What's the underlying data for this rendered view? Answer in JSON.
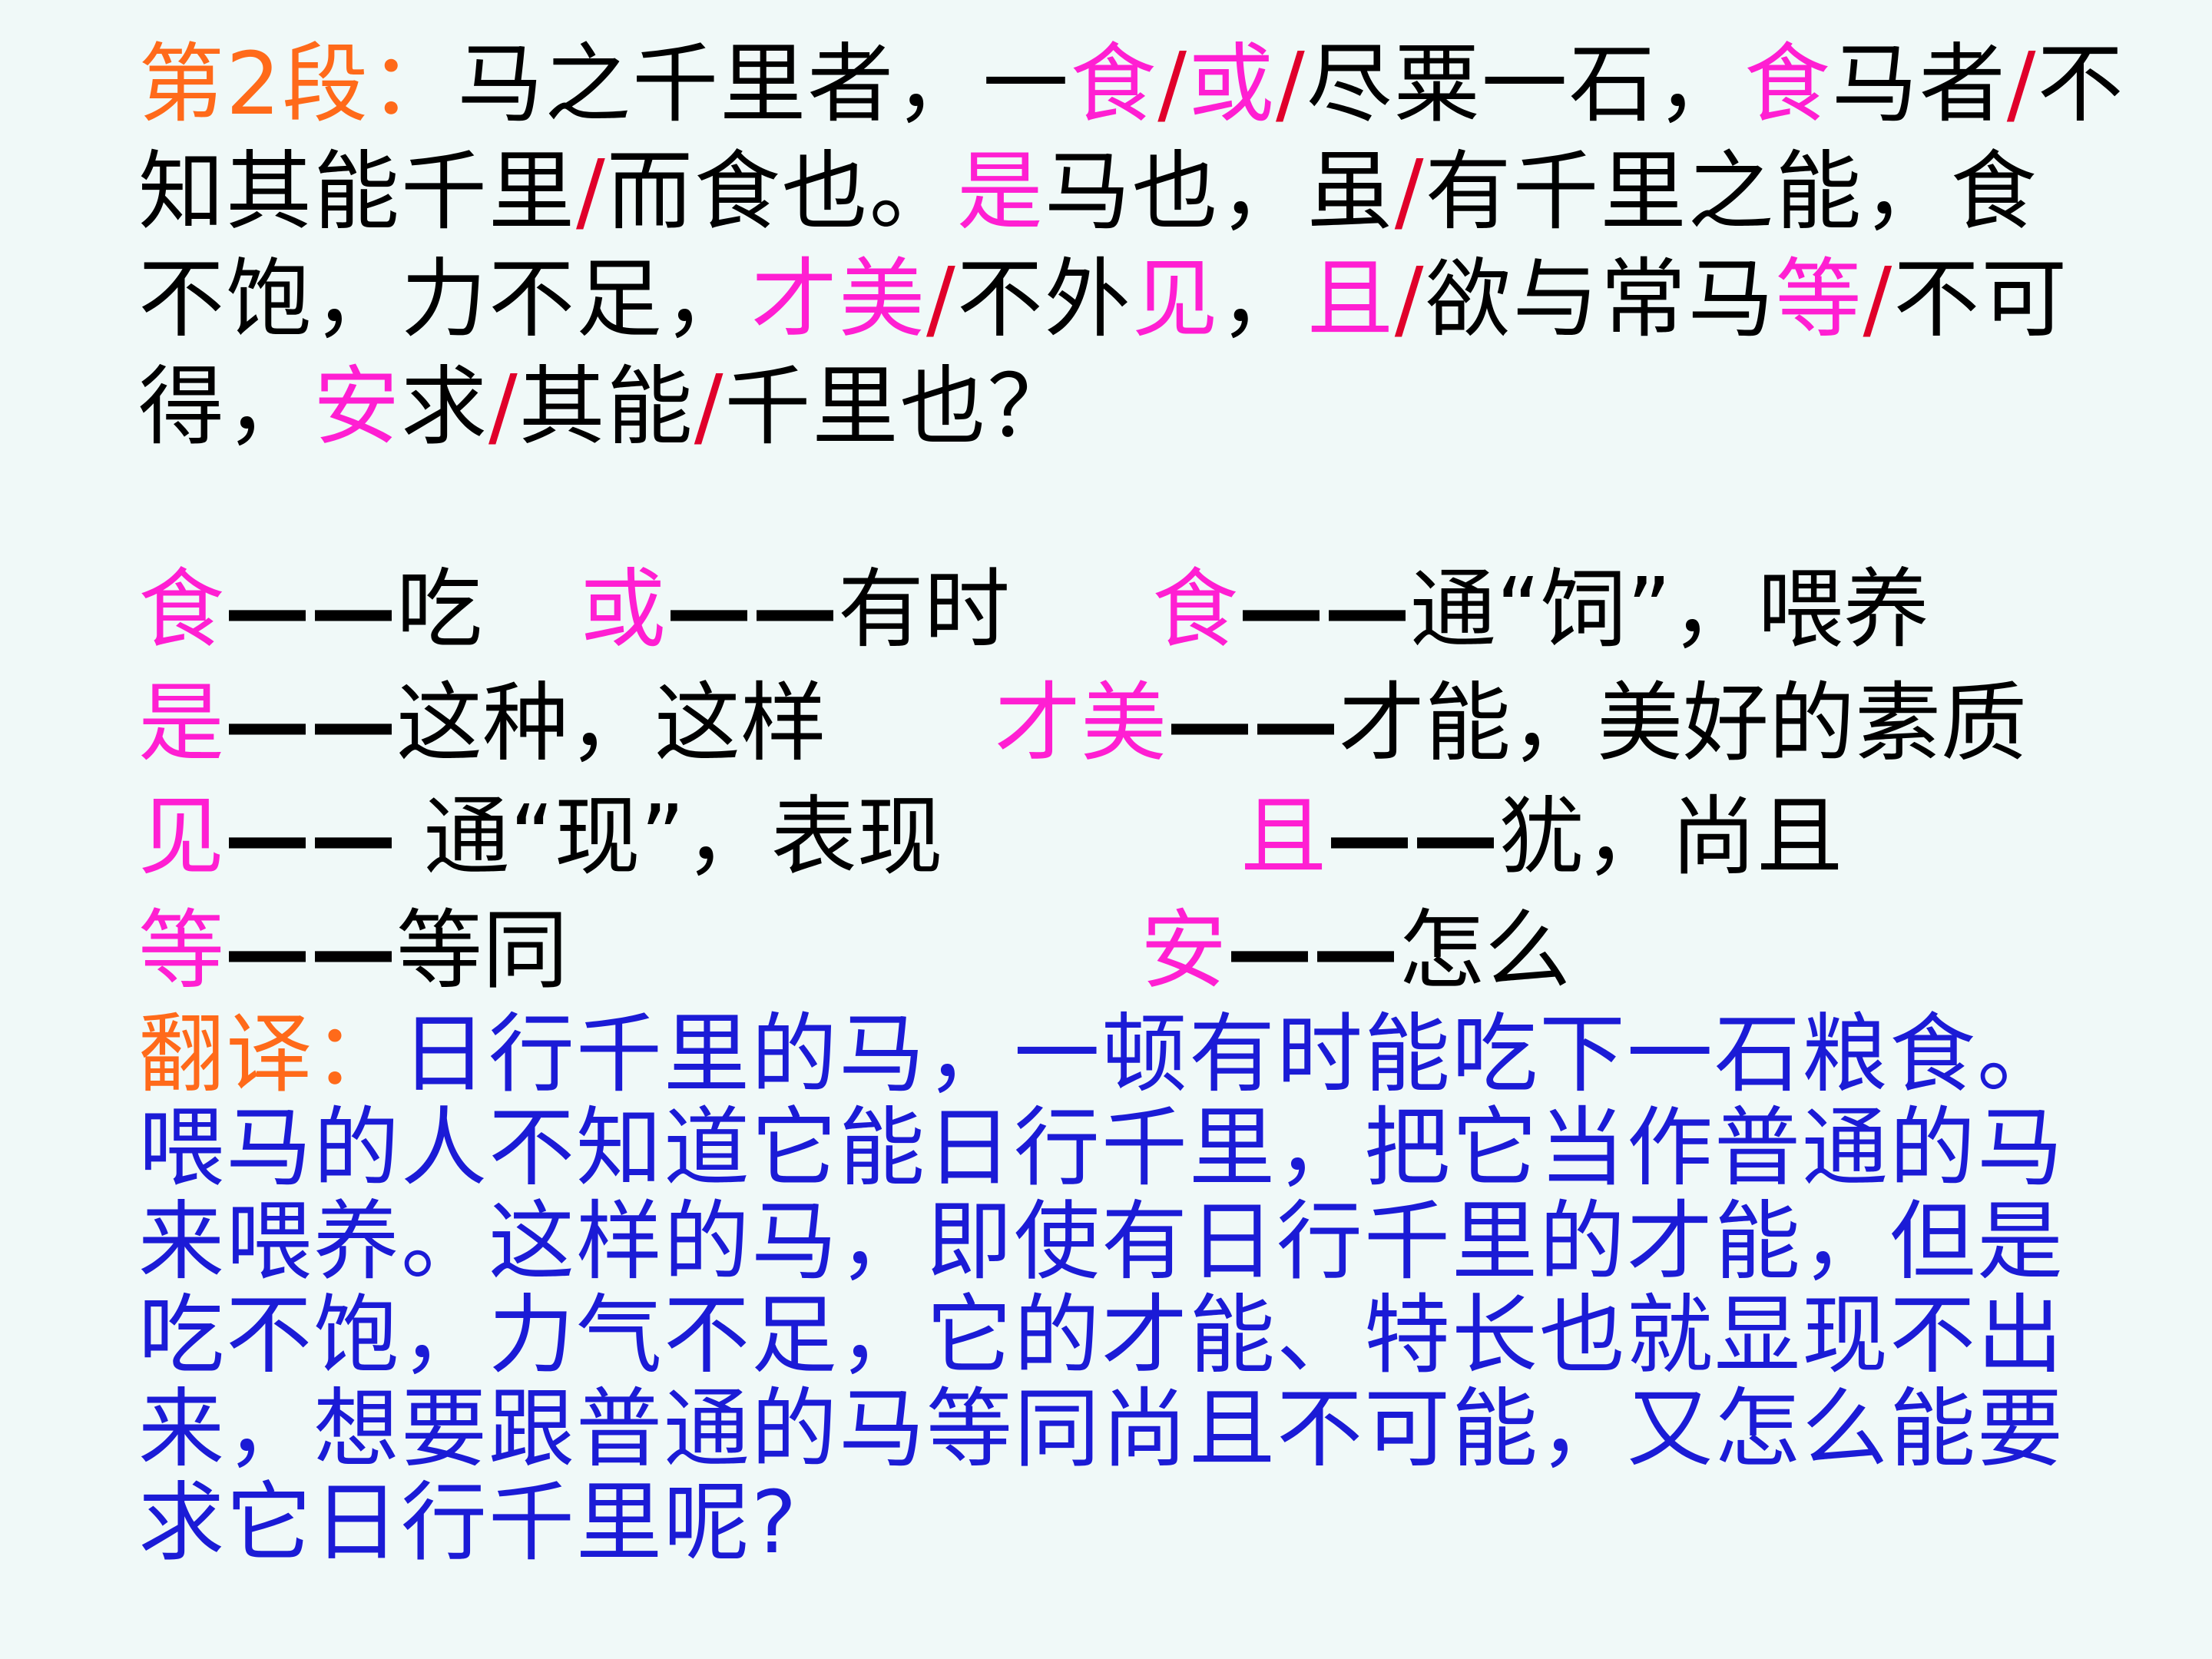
{
  "passage": {
    "label": "第2段：",
    "lines": [
      [
        {
          "t": "马之千里者，一",
          "c": "n"
        },
        {
          "t": "食",
          "c": "h"
        },
        {
          "t": "/",
          "c": "s"
        },
        {
          "t": "或",
          "c": "h"
        },
        {
          "t": "/",
          "c": "s"
        },
        {
          "t": "尽粟一石，",
          "c": "n"
        },
        {
          "t": "食",
          "c": "h"
        },
        {
          "t": "马者",
          "c": "n"
        },
        {
          "t": "/",
          "c": "s"
        },
        {
          "t": "不",
          "c": "n"
        }
      ],
      [
        {
          "t": "知其能千里",
          "c": "n"
        },
        {
          "t": "/",
          "c": "s"
        },
        {
          "t": "而食也。",
          "c": "n"
        },
        {
          "t": "是",
          "c": "h"
        },
        {
          "t": "马也，虽",
          "c": "n"
        },
        {
          "t": "/",
          "c": "s"
        },
        {
          "t": "有千里之能，食",
          "c": "n"
        }
      ],
      [
        {
          "t": "不饱，力不足，",
          "c": "n"
        },
        {
          "t": "才美",
          "c": "h"
        },
        {
          "t": "/",
          "c": "s"
        },
        {
          "t": "不外",
          "c": "n"
        },
        {
          "t": "见",
          "c": "h"
        },
        {
          "t": "，",
          "c": "n"
        },
        {
          "t": "且",
          "c": "h"
        },
        {
          "t": "/",
          "c": "s"
        },
        {
          "t": "欲与常马",
          "c": "n"
        },
        {
          "t": "等",
          "c": "h"
        },
        {
          "t": "/",
          "c": "s"
        },
        {
          "t": "不可",
          "c": "n"
        }
      ],
      [
        {
          "t": "得，",
          "c": "n"
        },
        {
          "t": "安",
          "c": "h"
        },
        {
          "t": "求",
          "c": "n"
        },
        {
          "t": "/",
          "c": "s"
        },
        {
          "t": "其能",
          "c": "n"
        },
        {
          "t": "/",
          "c": "s"
        },
        {
          "t": "千里也？",
          "c": "n"
        }
      ]
    ]
  },
  "glossary": {
    "rows": [
      [
        {
          "word": "食",
          "dash": "——",
          "meaning": "吃"
        },
        {
          "word": "或",
          "dash": "——",
          "meaning": "有时"
        },
        {
          "word": "食",
          "dash": "——",
          "meaning": "通“饲”，喂养"
        }
      ],
      [
        {
          "word": "是",
          "dash": "——",
          "meaning": "这种，这样"
        },
        {
          "word": "才美",
          "dash": "——",
          "meaning": "才能，美好的素质"
        }
      ],
      [
        {
          "word": "见",
          "dash": "——",
          "meaning": " 通“现”，表现"
        },
        {
          "word": "且",
          "dash": "——",
          "meaning": "犹，尚且"
        }
      ],
      [
        {
          "word": "等",
          "dash": "——",
          "meaning": "等同"
        },
        {
          "word": "安",
          "dash": "——",
          "meaning": "怎么"
        }
      ]
    ]
  },
  "translation": {
    "label": "翻译：",
    "lines": [
      "日行千里的马，一顿有时能吃下一石粮食。",
      "喂马的人不知道它能日行千里，把它当作普通的马",
      "来喂养。这样的马，即使有日行千里的才能，但是",
      "吃不饱，力气不足，它的才能、特长也就显现不出",
      "来，想要跟普通的马等同尚且不可能，又怎么能要",
      "求它日行千里呢?"
    ]
  },
  "colors": {
    "background": "#f0f9f8",
    "label": "#ff6a1a",
    "highlight": "#ff1fd2",
    "separator": "#e0002a",
    "translation": "#1b1bd6",
    "text": "#000000"
  }
}
